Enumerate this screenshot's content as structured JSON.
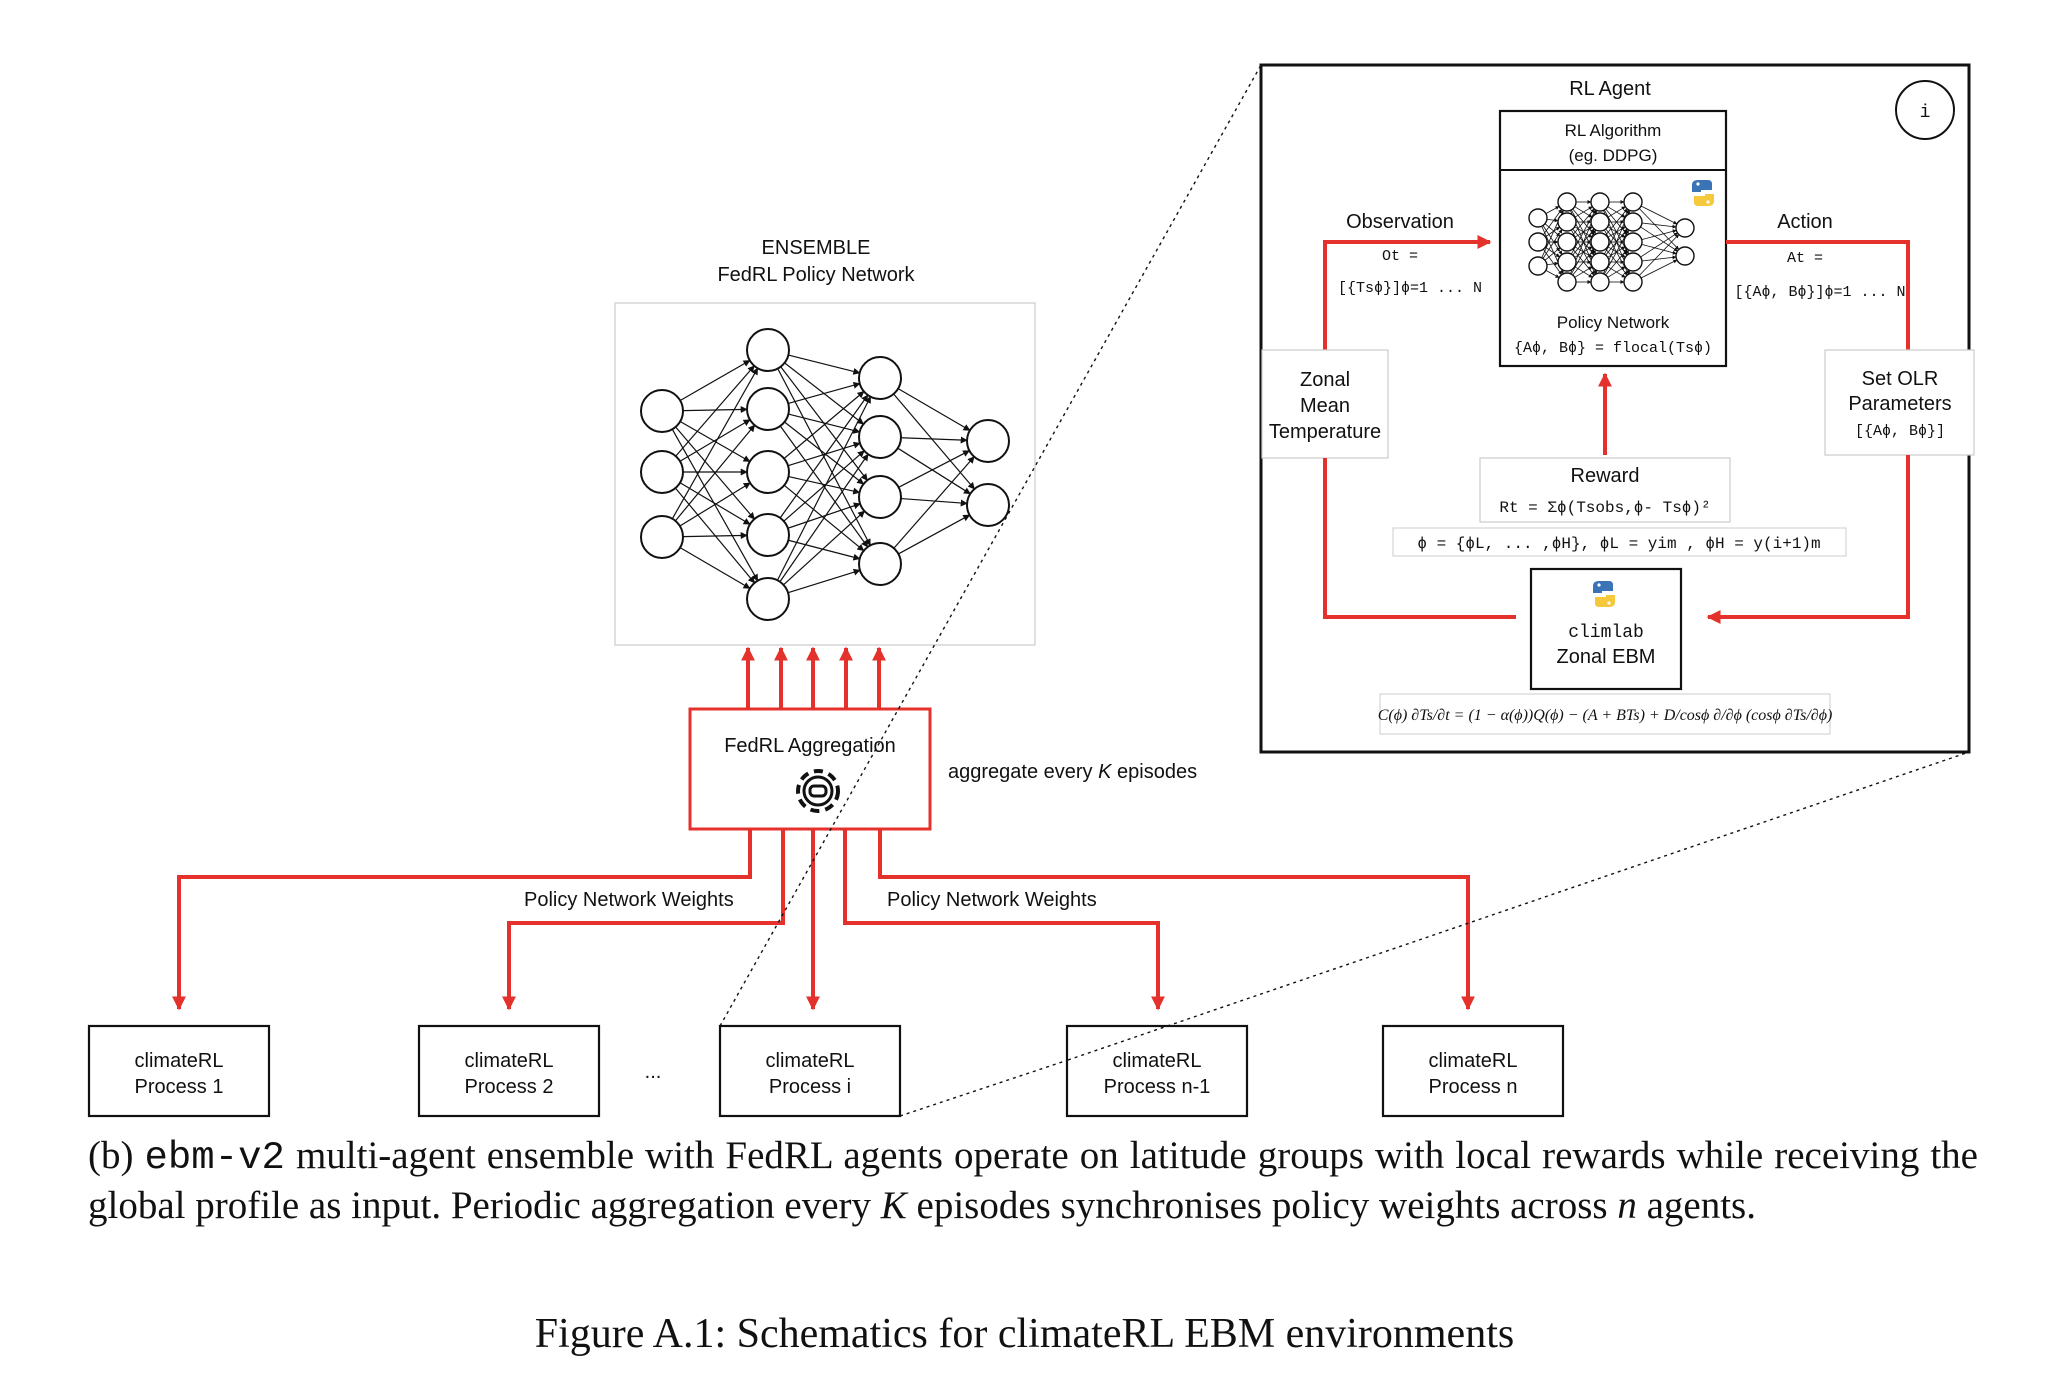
{
  "colors": {
    "arrow": "#e5312b",
    "stroke": "#111111",
    "background": "#ffffff"
  },
  "ensemble": {
    "title_line1": "ENSEMBLE",
    "title_line2": "FedRL Policy Network"
  },
  "aggregation": {
    "label": "FedRL Aggregation",
    "icon": "gear-icon",
    "note": "aggregate every",
    "note_k": "K",
    "note_end": "episodes"
  },
  "weights_labels": [
    "Policy Network Weights",
    "Policy Network Weights"
  ],
  "processes": [
    {
      "line1": "climateRL",
      "line2": "Process 1"
    },
    {
      "line1": "climateRL",
      "line2": "Process 2"
    },
    {
      "line1": "climateRL",
      "line2": "Process i"
    },
    {
      "line1": "climateRL",
      "line2": "Process n-1"
    },
    {
      "line1": "climateRL",
      "line2": "Process n"
    }
  ],
  "ellipsis": "...",
  "inset": {
    "badge": "i",
    "title": "RL Agent",
    "algorithm_line1": "RL Algorithm",
    "algorithm_line2": "(eg. DDPG)",
    "policy_label": "Policy Network",
    "policy_formula": "{Aϕ, Bϕ} = flocal(Tsϕ)",
    "observation_label": "Observation",
    "observation_formula_1": "Ot =",
    "observation_formula_2": "[{Tsϕ}]ϕ=1 ... N",
    "action_label": "Action",
    "action_formula_1": "At =",
    "action_formula_2": "[{Aϕ, Bϕ}]ϕ=1 ... N",
    "zonal_line1": "Zonal",
    "zonal_line2": "Mean",
    "zonal_line3": "Temperature",
    "olr_line1": "Set OLR",
    "olr_line2": "Parameters",
    "olr_line3": "[{Aϕ, Bϕ}]",
    "reward_label": "Reward",
    "reward_formula": "Rt = Σϕ(Tsobs,ϕ- Tsϕ)²",
    "phi_formula": "ϕ = {ϕL, ... ,ϕH}, ϕL = yim , ϕH = y(i+1)m",
    "climlab_line1": "climlab",
    "climlab_line2": "Zonal EBM",
    "ebm_equation": "C(ϕ) ∂Ts/∂t = (1 − α(ϕ))Q(ϕ) − (A + BTs) + D/cosϕ ∂/∂ϕ (cosϕ ∂Ts/∂ϕ)"
  },
  "caption": {
    "prefix": "(b) ",
    "code": "ebm-v2",
    "text1": " multi-agent ensemble with FedRL agents operate on latitude groups with local rewards while receiving the global profile as input. Periodic aggregation every ",
    "k": "K",
    "text2": " episodes synchronises policy weights across ",
    "n": "n",
    "text3": " agents."
  },
  "figure_title": "Figure A.1: Schematics for climateRL EBM environments"
}
